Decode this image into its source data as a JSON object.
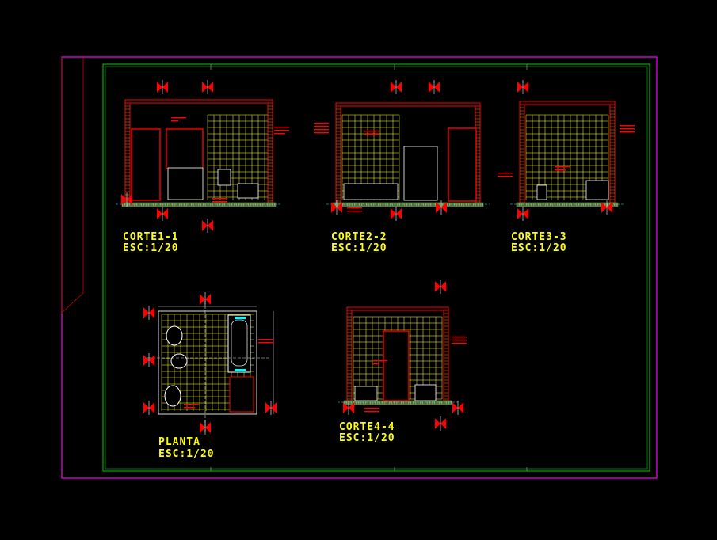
{
  "views": [
    {
      "id": "corte-1-1",
      "title": "CORTE1-1",
      "scale": "ESC:1/20"
    },
    {
      "id": "corte-2-2",
      "title": "CORTE2-2",
      "scale": "ESC:1/20"
    },
    {
      "id": "corte-3-3",
      "title": "CORTE3-3",
      "scale": "ESC:1/20"
    },
    {
      "id": "planta",
      "title": "PLANTA",
      "scale": "ESC:1/20"
    },
    {
      "id": "corte-4-4",
      "title": "CORTE4-4",
      "scale": "ESC:1/20"
    }
  ],
  "colors": {
    "background": "#000000",
    "frame": "#ff00ff",
    "inner_frame": "#00cc00",
    "walls": "#ff0000",
    "grid": "#ffff33",
    "labels": "#ffff00",
    "fixtures": "#ffffff"
  }
}
